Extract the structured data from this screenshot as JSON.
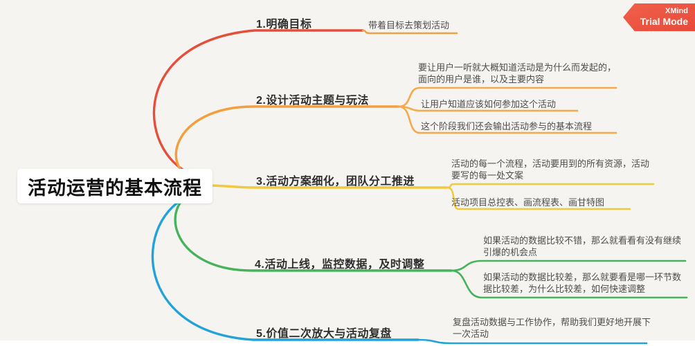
{
  "app": {
    "badge": {
      "brand": "XMind",
      "mode": "Trial Mode",
      "color": "#ec5443"
    }
  },
  "canvas": {
    "background": "#f5f4f0"
  },
  "central": {
    "label": "活动运营的基本流程"
  },
  "branches": [
    {
      "label": "1.明确目标",
      "color": "#e34f3b",
      "child_color": "#f0a240",
      "children": [
        {
          "text": "带着目标去策划活动"
        }
      ]
    },
    {
      "label": "2.设计活动主题与玩法",
      "color": "#f59e3d",
      "child_color": "#f5a94a",
      "children": [
        {
          "text": "要让用户一听就大概知道活动是为什么而发起的，面向的用户是谁，以及主要内容"
        },
        {
          "text": "让用户知道应该如何参加这个活动"
        },
        {
          "text": "这个阶段我们还会输出活动参与的基本流程"
        }
      ]
    },
    {
      "label": "3.活动方案细化，团队分工推进",
      "color": "#f0c93f",
      "child_color": "#f0c93f",
      "children": [
        {
          "text": "活动的每一个流程，活动要用到的所有资源，活动要写的每一处文案"
        },
        {
          "text": "活动项目总控表、画流程表、画甘特图"
        }
      ]
    },
    {
      "label": "4.活动上线，监控数据，及时调整",
      "color": "#44b35c",
      "child_color": "#44b35c",
      "children": [
        {
          "text": "如果活动的数据比较不错，那么就看看有没有继续引爆的机会点"
        },
        {
          "text": "如果活动的数据比较差，那么就要看是哪一环节数据比较差，为什么比较差，如何快速调整"
        }
      ]
    },
    {
      "label": "5.价值二次放大与活动复盘",
      "color": "#23a2d8",
      "child_color": "#23a2d8",
      "children": [
        {
          "text": "复盘活动数据与工作协作，帮助我们更好地开展下一次活动"
        }
      ]
    }
  ]
}
